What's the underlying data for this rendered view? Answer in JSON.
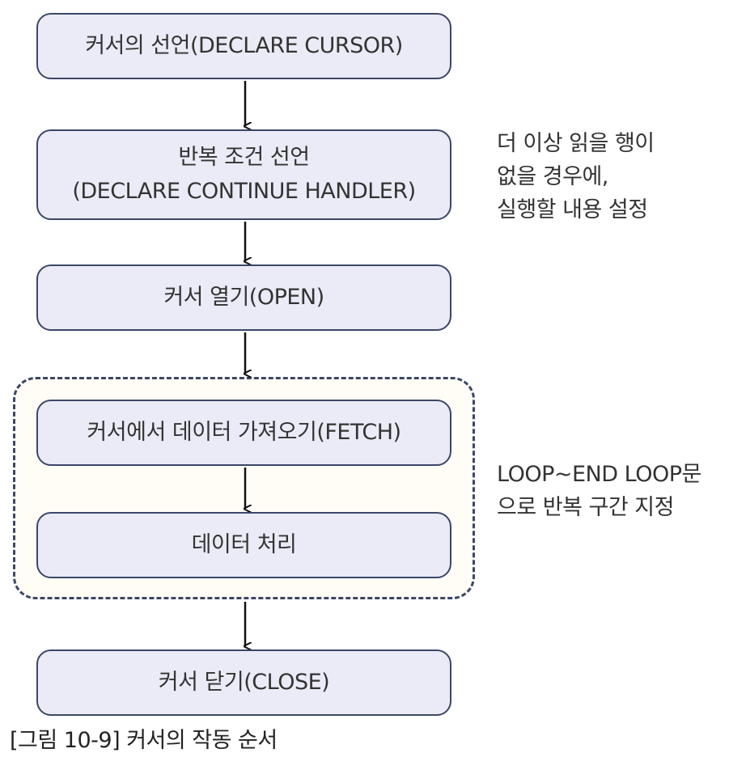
{
  "steps": [
    {
      "lines": [
        "커서의 선언(DECLARE CURSOR)"
      ]
    },
    {
      "lines": [
        "반복 조건 선언",
        "(DECLARE CONTINUE HANDLER)"
      ]
    },
    {
      "lines": [
        "커서 열기(OPEN)"
      ]
    },
    {
      "lines": [
        "커서에서 데이터 가져오기(FETCH)"
      ]
    },
    {
      "lines": [
        "데이터 처리"
      ]
    },
    {
      "lines": [
        "커서 닫기(CLOSE)"
      ]
    }
  ],
  "notes": {
    "handler": [
      "더 이상 읽을 행이",
      "없을 경우에,",
      "실행할 내용 설정"
    ],
    "loop": [
      "LOOP~END LOOP문",
      "으로 반복 구간 지정"
    ]
  },
  "caption": "[그림 10-9] 커서의 작동 순서",
  "colors": {
    "box_fill": "#ebebf7",
    "box_border": "#3c4766",
    "loop_border": "#3c4766",
    "arrow": "#111111"
  }
}
